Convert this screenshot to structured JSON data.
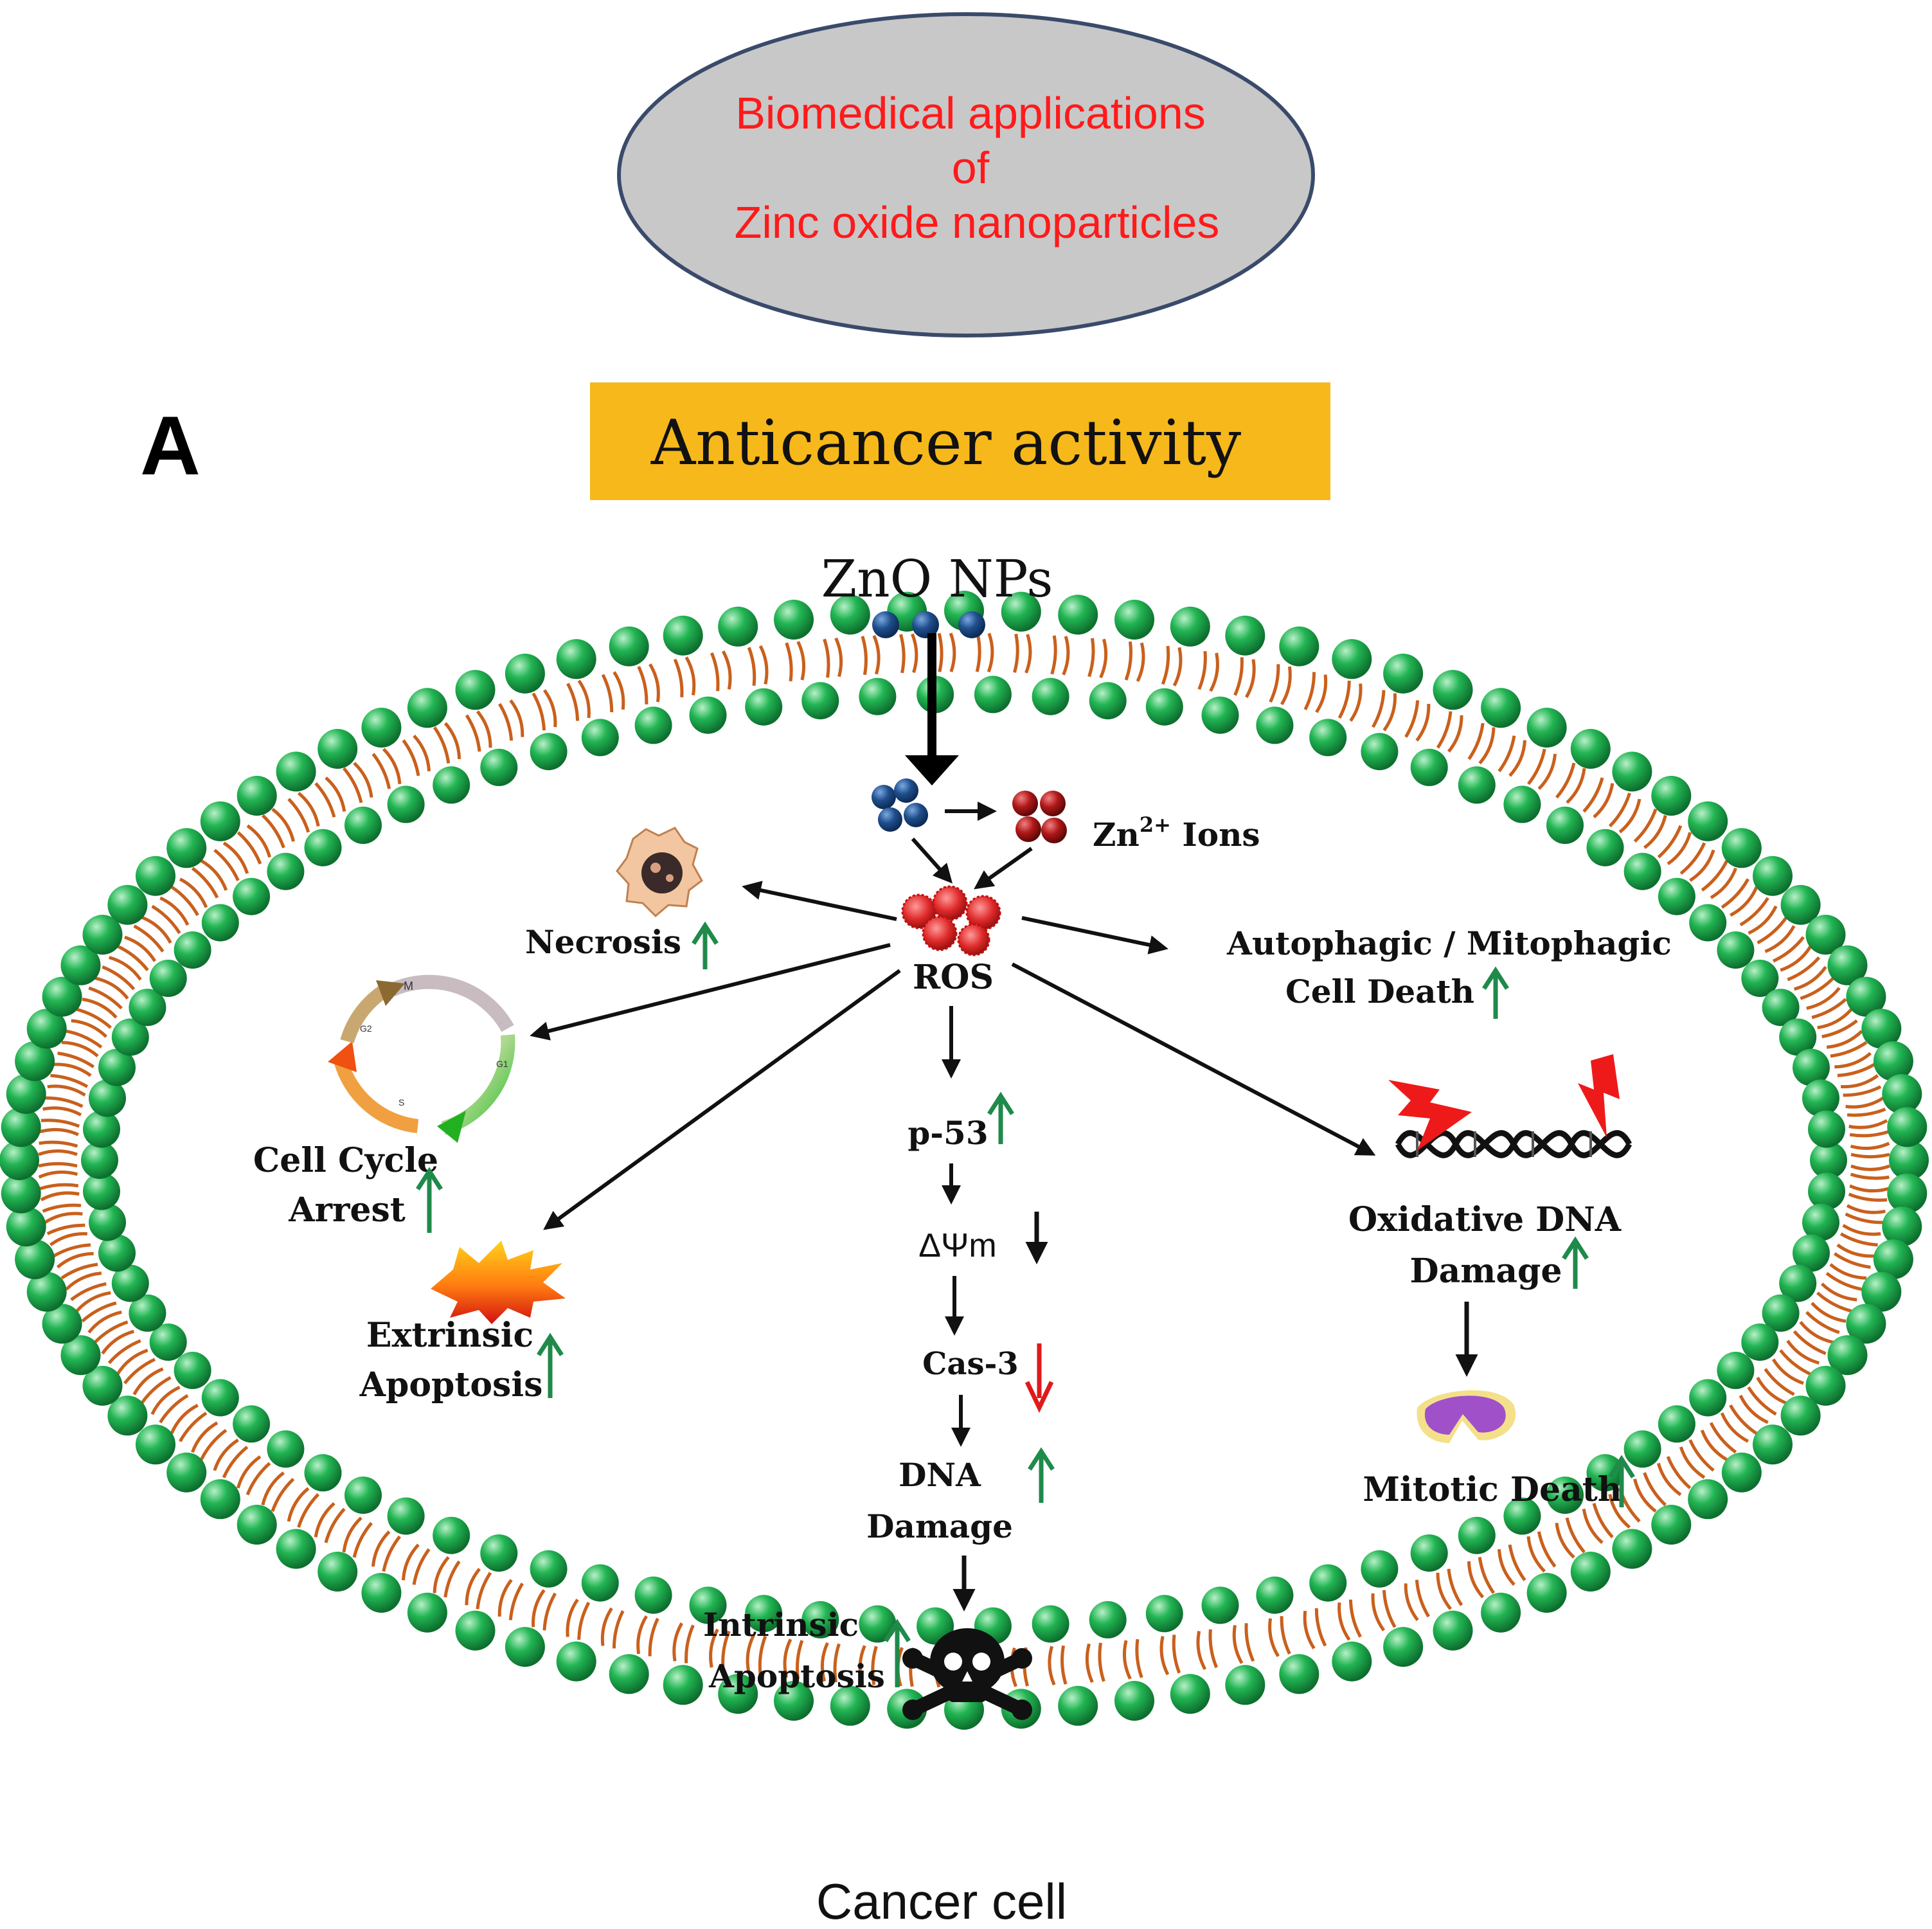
{
  "title_ellipse": {
    "line1": "Biomedical applications",
    "line2": "of",
    "line3": "Zinc oxide nanoparticles"
  },
  "panel_letter": "A",
  "section_banner": "Anticancer activity",
  "cell_caption": "Cancer cell",
  "nodes": {
    "zno_nps": "ZnO NPs",
    "zn_ions_base": "Zn",
    "zn_ions_sup": "2+",
    "zn_ions_suffix": " Ions",
    "ros": "ROS",
    "necrosis": "Necrosis",
    "autophagic_line1": "Autophagic / Mitophagic",
    "autophagic_line2": "Cell Death",
    "cell_cycle_line1": "Cell Cycle",
    "cell_cycle_line2": "Arrest",
    "extrinsic_line1": "Extrinsic",
    "extrinsic_line2": "Apoptosis",
    "p53": "p-53",
    "delta_psi": "ΔΨm",
    "cas3": "Cas-3",
    "dna_damage_line1": "DNA",
    "dna_damage_line2": "Damage",
    "intrinsic_line1": "Intrinsic",
    "intrinsic_line2": "Apoptosis",
    "oxidative_line1": "Oxidative DNA",
    "oxidative_line2": "Damage",
    "mitotic": "Mitotic Death"
  },
  "cell_cycle_phases": [
    "M",
    "G1",
    "S",
    "G2"
  ],
  "colors": {
    "title_text": "#ff1a1a",
    "title_ellipse_fill": "#c8c8c8",
    "title_ellipse_stroke": "#3a4a6a",
    "banner_fill": "#f6b81a",
    "lipid_head": "#1fae4e",
    "lipid_tail": "#c9601c",
    "nanoparticle": "#1f4e8c",
    "zn_ion": "#b01818",
    "ros": "#e02a2a",
    "up_arrow": "#1f8a4a",
    "down_arrow_red": "#e01a1a"
  }
}
